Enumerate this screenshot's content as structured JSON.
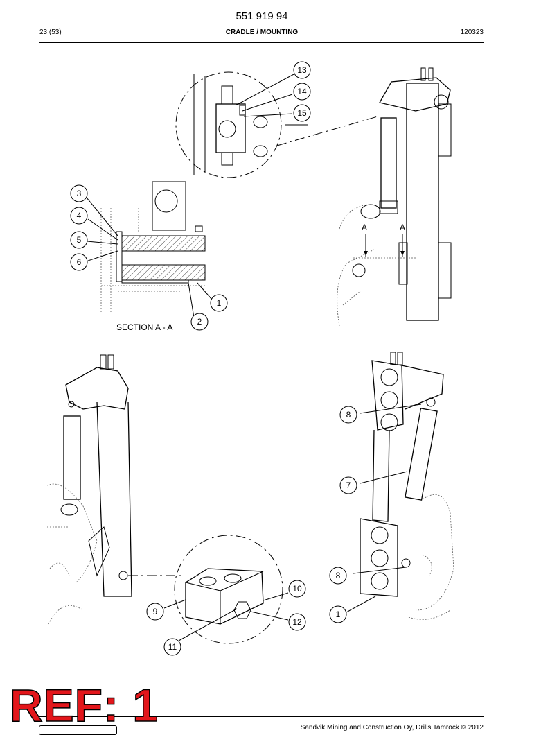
{
  "header": {
    "document_number": "551 919 94",
    "page": "23 (53)",
    "section_title": "CRADLE / MOUNTING",
    "revision": "120323"
  },
  "drawing": {
    "section_caption": "SECTION A - A",
    "section_marker_left": "A",
    "section_marker_right": "A",
    "balloons": [
      {
        "id": "b13",
        "label": "13"
      },
      {
        "id": "b14",
        "label": "14"
      },
      {
        "id": "b15",
        "label": "15"
      },
      {
        "id": "b3",
        "label": "3"
      },
      {
        "id": "b4",
        "label": "4"
      },
      {
        "id": "b5",
        "label": "5"
      },
      {
        "id": "b6",
        "label": "6"
      },
      {
        "id": "b1a",
        "label": "1"
      },
      {
        "id": "b2",
        "label": "2"
      },
      {
        "id": "b8a",
        "label": "8"
      },
      {
        "id": "b7",
        "label": "7"
      },
      {
        "id": "b8b",
        "label": "8"
      },
      {
        "id": "b1b",
        "label": "1"
      },
      {
        "id": "b10",
        "label": "10"
      },
      {
        "id": "b9",
        "label": "9"
      },
      {
        "id": "b12",
        "label": "12"
      },
      {
        "id": "b11",
        "label": "11"
      }
    ]
  },
  "footer": {
    "ref_stamp": "REF: 1",
    "copyright": "Sandvik Mining and Construction Oy, Drills Tamrock © 2012"
  }
}
